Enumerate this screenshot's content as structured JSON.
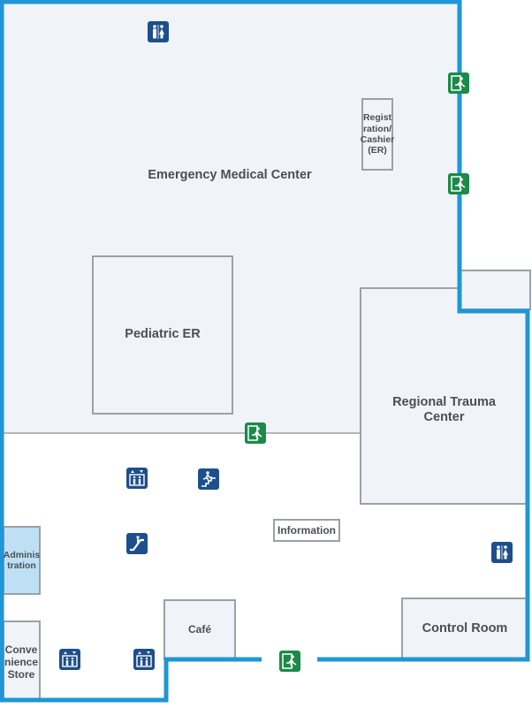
{
  "map": {
    "colors": {
      "wall": "#1e96d8",
      "zone_fill": "#f0f4f8",
      "room_border": "#9aa1a8",
      "admin_fill": "#bfe0f4",
      "text": "#4a4f55",
      "icon_blue": "#1d4f8c",
      "icon_green": "#1b8a4a"
    },
    "labels": {
      "emergency_medical_center": "Emergency Medical Center",
      "registration_cashier": "Regist ration/ Cashier (ER)",
      "pediatric_er": "Pediatric ER",
      "regional_trauma_center": "Regional Trauma Center",
      "information": "Information",
      "administration": "Adminis tration",
      "cafe": "Café",
      "control_room": "Control Room",
      "convenience_store": "Conve nience Store"
    },
    "icons": {
      "restroom": "restroom-icon",
      "emergency_exit": "emergency-exit-icon",
      "elevator": "elevator-icon",
      "stairs": "stairs-icon",
      "escalator": "escalator-icon"
    }
  }
}
